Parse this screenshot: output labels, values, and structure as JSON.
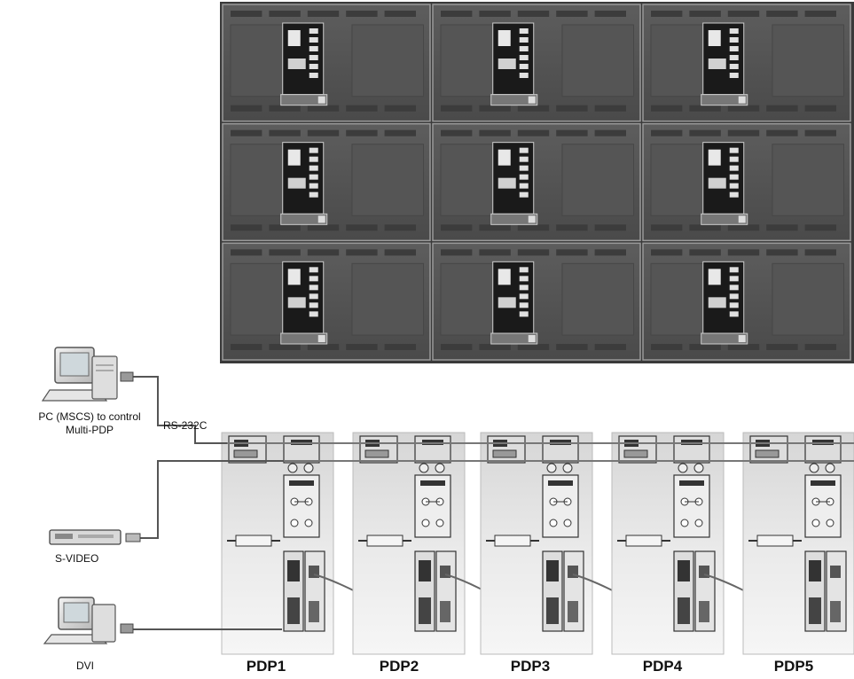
{
  "labels": {
    "pc": "PC (MSCS) to control\nMulti-PDP",
    "rs232c": "RS-232C",
    "svideo": "S-VIDEO",
    "dvi": "DVI"
  },
  "pdps": [
    {
      "label": "PDP1"
    },
    {
      "label": "PDP2"
    },
    {
      "label": "PDP3"
    },
    {
      "label": "PDP4"
    },
    {
      "label": "PDP5"
    }
  ],
  "video_wall": {
    "rows": 3,
    "cols": 3
  }
}
